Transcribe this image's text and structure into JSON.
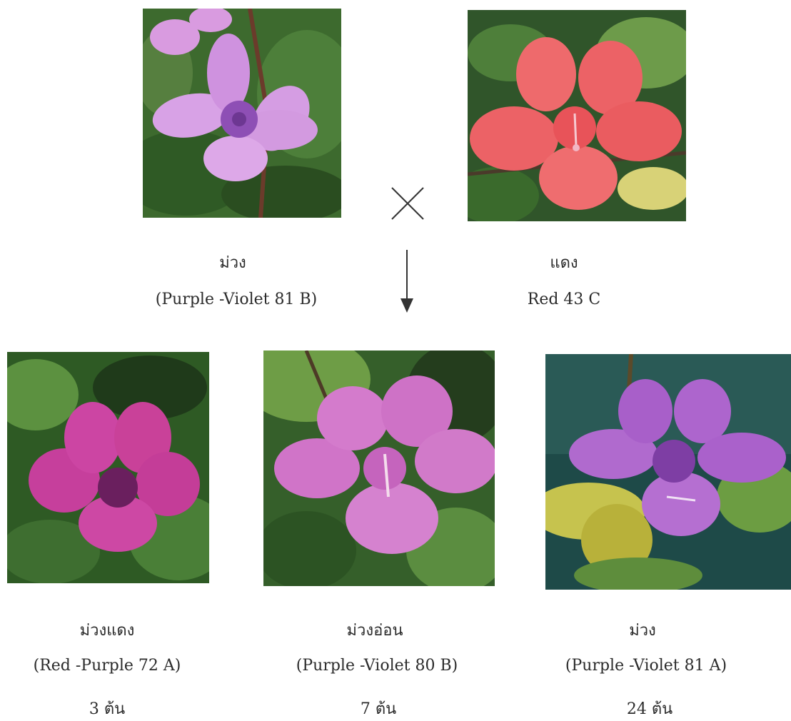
{
  "parents": {
    "left": {
      "name": "ม่วง",
      "code": "(Purple -Violet 81 B)"
    },
    "right": {
      "name": "แดง",
      "code": "Red 43 C"
    }
  },
  "offspring": [
    {
      "name": "ม่วงแดง",
      "code": "(Red -Purple 72 A)",
      "count": "3 ต้น"
    },
    {
      "name": "ม่วงอ่อน",
      "code": "(Purple -Violet 80 B)",
      "count": "7 ต้น"
    },
    {
      "name": "ม่วง",
      "code": "(Purple -Violet 81 A)",
      "count": "24  ต้น"
    }
  ],
  "icons": [
    "cross-symbol-icon",
    "down-arrow-icon"
  ],
  "colors": {
    "purple_violet_81b": "#c58ad8",
    "red_43c": "#ea5a5e",
    "red_purple_72a": "#c93a9e",
    "purple_violet_80b": "#cf72c8",
    "purple_violet_81a": "#ab5ccc",
    "leaf": "#3f7a36"
  }
}
